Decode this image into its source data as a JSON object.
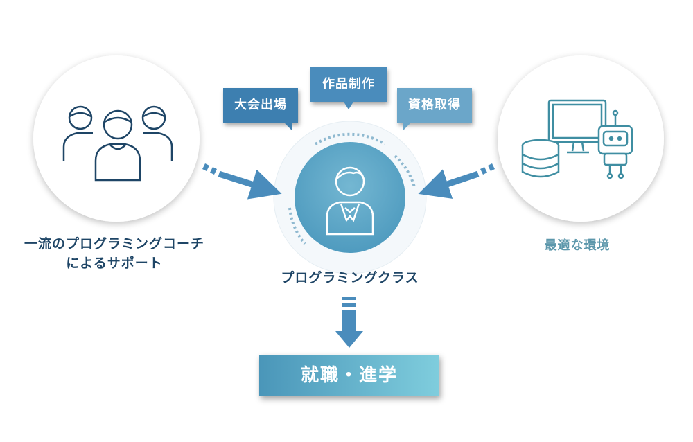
{
  "nodes": {
    "left_caption_line1": "一流のプログラミングコーチ",
    "left_caption_line2": "によるサポート",
    "right_caption": "最適な環境",
    "center_caption": "プログラミングクラス",
    "result": "就職・進学"
  },
  "badges": {
    "left": "大会出場",
    "center": "作品制作",
    "right": "資格取得"
  },
  "icons": {
    "left": "three-people-icon",
    "center": "person-icon",
    "right": "computer-database-robot-icon"
  },
  "colors": {
    "dark_navy": "#1e4566",
    "teal": "#5c97ab",
    "arrow": "#4a8cbc",
    "center_circle": "#63a9c9",
    "icon_stroke": "#1e4566",
    "icon_stroke_right": "#3f8ea2"
  }
}
